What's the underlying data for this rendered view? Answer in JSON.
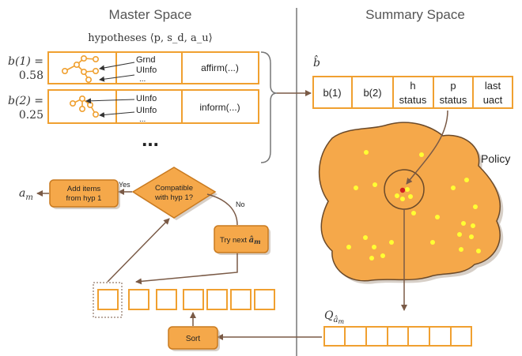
{
  "titles": {
    "master": "Master Space",
    "summary": "Summary Space"
  },
  "hypotheses": {
    "caption": "hypotheses ⟨p, s_d, a_u⟩",
    "rows": [
      {
        "belief_label": "b(1) =",
        "belief_value": "0.58",
        "items": [
          "Grnd",
          "UInfo",
          "..."
        ],
        "act": "affirm(...)"
      },
      {
        "belief_label": "b(2) =",
        "belief_value": "0.25",
        "items": [
          "UInfo",
          "UInfo",
          "..."
        ],
        "act": "inform(...)"
      }
    ],
    "more": "..."
  },
  "summary_vector": {
    "label": "b̂",
    "cells": [
      {
        "line1": "b(1)",
        "line2": ""
      },
      {
        "line1": "b(2)",
        "line2": ""
      },
      {
        "line1": "h",
        "line2": "status"
      },
      {
        "line1": "p",
        "line2": "status"
      },
      {
        "line1": "last",
        "line2": "uact"
      }
    ]
  },
  "policy": {
    "label": "Policy"
  },
  "q_vector": {
    "label": "Q_{â_m}",
    "cell_count": 7
  },
  "flow": {
    "compatible": "Compatible with hyp 1?",
    "yes": "Yes",
    "no": "No",
    "add_items": "Add items from hyp 1",
    "output": "a_m",
    "try_next": "Try next â_m",
    "sort": "Sort"
  },
  "colors": {
    "accent": "#f0a030",
    "fill": "#f5a84a",
    "arrow": "#7a5a46",
    "dot": "#ffff33",
    "highlight_dot": "#d02020"
  }
}
